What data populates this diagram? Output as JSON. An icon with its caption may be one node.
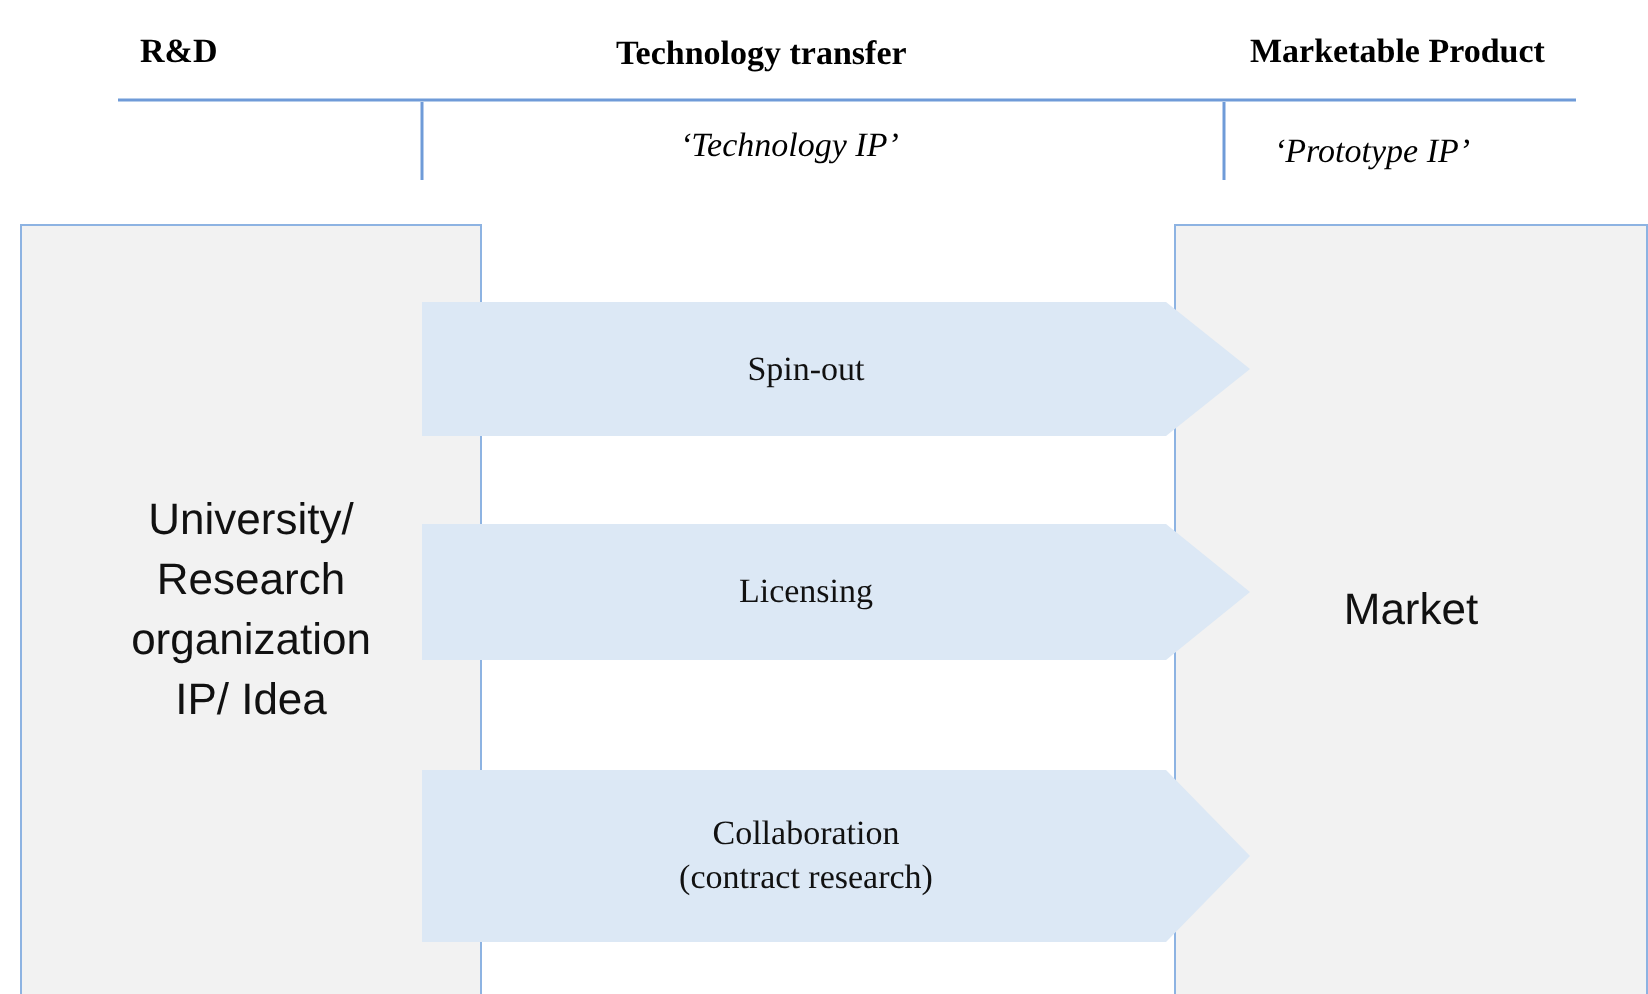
{
  "diagram": {
    "nodes": [
      {
        "text": [
          "University/ Research organization IP/ Idea"
        ]
      },
      {
        "text": [
          "Market"
        ]
      }
    ],
    "edges": [
      {
        "from": 0,
        "to": 1,
        "arrow": "to",
        "label": "Spin-out"
      },
      {
        "from": 0,
        "to": 1,
        "arrow": "to",
        "label": "Licensing"
      },
      {
        "from": 0,
        "to": 1,
        "arrow": "to",
        "label": "Collaboration (contract research)"
      }
    ],
    "labels": [
      "R&D",
      "Technology transfer",
      "Marketable Product",
      "‘Technology IP’",
      "‘Prototype IP’"
    ]
  }
}
